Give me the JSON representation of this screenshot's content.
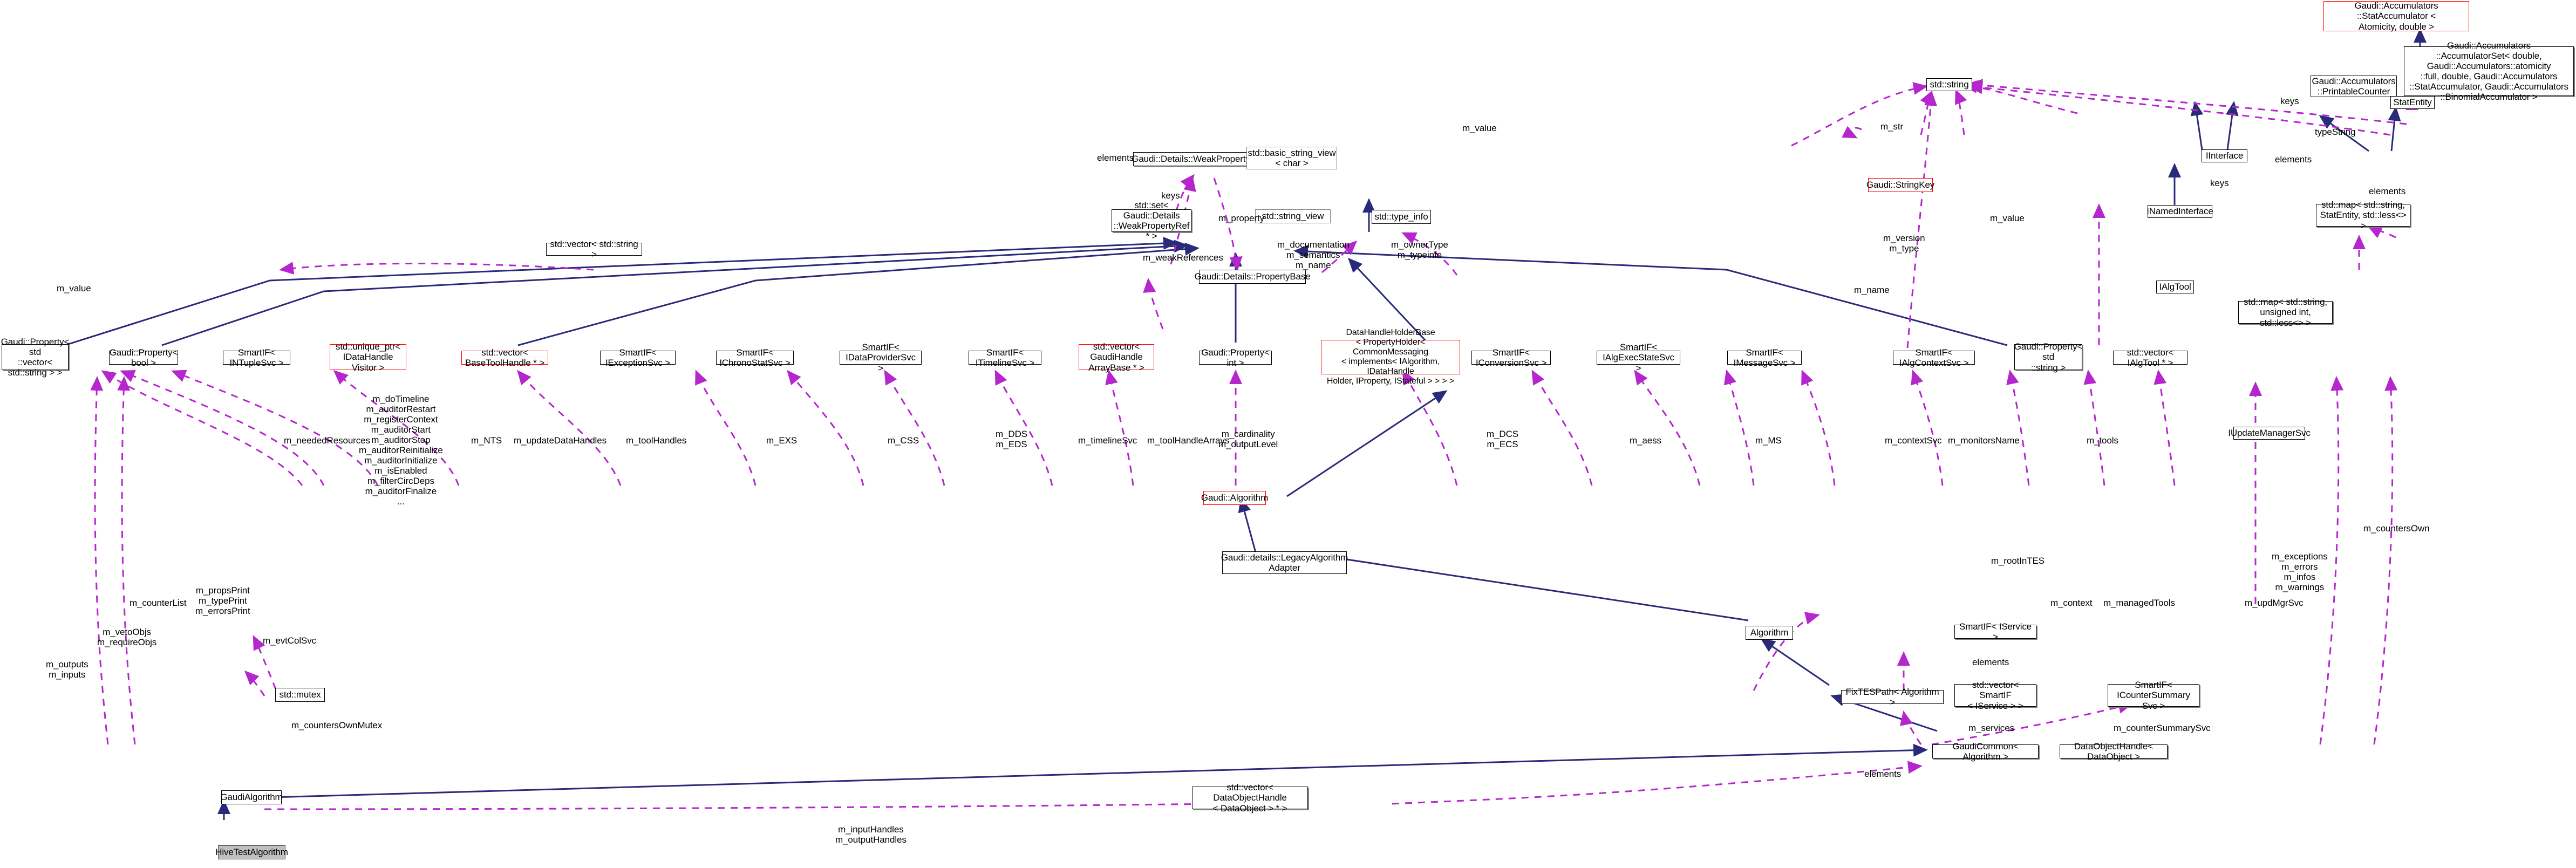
{
  "diagram": {
    "title": "Gaudi HiveTestAlgorithm collaboration diagram",
    "type": "uml-collaboration",
    "colors": {
      "inheritance_edge": "#2a2a7a",
      "usage_edge": "#b526cd",
      "node_border": "#000000",
      "highlight_border": "#ff0000",
      "current_node_fill": "#bfbfbf",
      "background": "#ffffff"
    }
  },
  "nodes": [
    {
      "id": "statacc",
      "label": "Gaudi::Accumulators\n::StatAccumulator <\nAtomicity, double >"
    },
    {
      "id": "printable",
      "label": "Gaudi::Accumulators\n::PrintableCounter"
    },
    {
      "id": "accset",
      "label": "Gaudi::Accumulators\n::AccumulatorSet< double,\n Gaudi::Accumulators::atomicity\n::full, double, Gaudi::Accumulators\n::StatAccumulator, Gaudi::Accumulators\n::BinomialAccumulator >"
    },
    {
      "id": "statentity",
      "label": "StatEntity"
    },
    {
      "id": "stdstring",
      "label": "std::string"
    },
    {
      "id": "iinterface",
      "label": "IInterface"
    },
    {
      "id": "inamedif",
      "label": "INamedInterface"
    },
    {
      "id": "ialgtool",
      "label": "IAlgTool"
    },
    {
      "id": "mapstatentity",
      "label": "std::map< std::string,\n StatEntity, std::less<> >"
    },
    {
      "id": "mapunsigned",
      "label": "std::map< std::string,\n unsigned int, std::less<> >"
    },
    {
      "id": "iupdmgrsvc",
      "label": "IUpdateManagerSvc"
    },
    {
      "id": "vecstring",
      "label": "std::vector< std::string >"
    },
    {
      "id": "weakpropref",
      "label": "Gaudi::Details::WeakPropertyRef"
    },
    {
      "id": "setweakpropref",
      "label": "std::set< Gaudi::Details\n::WeakPropertyRef * >"
    },
    {
      "id": "basicstrview",
      "label": "std::basic_string_view\n< char >"
    },
    {
      "id": "stringview",
      "label": "std::string_view"
    },
    {
      "id": "typeinfo",
      "label": "std::type_info"
    },
    {
      "id": "propertybase",
      "label": "Gaudi::Details::PropertyBase"
    },
    {
      "id": "stringkey",
      "label": "Gaudi::StringKey"
    },
    {
      "id": "propvecstring",
      "label": "Gaudi::Property< std\n::vector< std::string > >"
    },
    {
      "id": "propbool",
      "label": "Gaudi::Property< bool >"
    },
    {
      "id": "sifntuple",
      "label": "SmartIF< INTupleSvc >"
    },
    {
      "id": "uniqueptrvis",
      "label": "std::unique_ptr< IDataHandle\nVisitor >"
    },
    {
      "id": "vecbasetool",
      "label": "std::vector< BaseToolHandle * >"
    },
    {
      "id": "sifexcept",
      "label": "SmartIF< IExceptionSvc >"
    },
    {
      "id": "sifchrono",
      "label": "SmartIF< IChronoStatSvc >"
    },
    {
      "id": "sifdataprov",
      "label": "SmartIF< IDataProviderSvc >"
    },
    {
      "id": "siftimeline",
      "label": "SmartIF< ITimelineSvc >"
    },
    {
      "id": "vecgaudiarr",
      "label": "std::vector< GaudiHandle\nArrayBase * >"
    },
    {
      "id": "propint",
      "label": "Gaudi::Property< int >"
    },
    {
      "id": "dhholderbase",
      "label": "DataHandleHolderBase\n< PropertyHolder< CommonMessaging\n< implements< IAlgorithm, IDataHandle\nHolder, IProperty, IStateful > > > >"
    },
    {
      "id": "sifconv",
      "label": "SmartIF< IConversionSvc >"
    },
    {
      "id": "sifalgexec",
      "label": "SmartIF< IAlgExecStateSvc >"
    },
    {
      "id": "sifmessage",
      "label": "SmartIF< IMessageSvc >"
    },
    {
      "id": "sifalgctx",
      "label": "SmartIF< IAlgContextSvc >"
    },
    {
      "id": "propstring",
      "label": "Gaudi::Property< std\n::string >"
    },
    {
      "id": "vecialgtool",
      "label": "std::vector< IAlgTool * >"
    },
    {
      "id": "gaudialgorithm",
      "label": "Gaudi::Algorithm"
    },
    {
      "id": "legacyadapter",
      "label": "Gaudi::details::LegacyAlgorithm\nAdapter"
    },
    {
      "id": "algorithm",
      "label": "Algorithm"
    },
    {
      "id": "fixtespath",
      "label": "FixTESPath< Algorithm >"
    },
    {
      "id": "sifiservice",
      "label": "SmartIF< IService >"
    },
    {
      "id": "vecsifservice",
      "label": "std::vector< SmartIF\n< IService > >"
    },
    {
      "id": "sifcountersum",
      "label": "SmartIF< ICounterSummary\nSvc >"
    },
    {
      "id": "commonalg",
      "label": "GaudiCommon< Algorithm >"
    },
    {
      "id": "dohdataobject",
      "label": "DataObjectHandle< DataObject >"
    },
    {
      "id": "stdmutex",
      "label": "std::mutex"
    },
    {
      "id": "gaudialgcls",
      "label": "GaudiAlgorithm"
    },
    {
      "id": "hivetestalg",
      "label": "HiveTestAlgorithm"
    },
    {
      "id": "vecdoh",
      "label": "std::vector< DataObjectHandle\n< DataObject > * >"
    }
  ],
  "edge_labels": [
    {
      "id": "l_elements_1",
      "text": "elements"
    },
    {
      "id": "l_keys_1",
      "text": "keys"
    },
    {
      "id": "l_mproperty",
      "text": "m_property"
    },
    {
      "id": "l_mweakrefs",
      "text": "m_weakReferences"
    },
    {
      "id": "l_mdoc",
      "text": "m_documentation\nm_semantics\nm_name"
    },
    {
      "id": "l_mowner",
      "text": "m_ownerType\nm_typeinfo"
    },
    {
      "id": "l_mvalue_top",
      "text": "m_value"
    },
    {
      "id": "l_mstr",
      "text": "m_str"
    },
    {
      "id": "l_mvalue_right",
      "text": "m_value"
    },
    {
      "id": "l_mversion",
      "text": "m_version\nm_type"
    },
    {
      "id": "l_mname",
      "text": "m_name"
    },
    {
      "id": "l_elements_2",
      "text": "elements"
    },
    {
      "id": "l_keys_2",
      "text": "keys"
    },
    {
      "id": "l_typestring",
      "text": "typeString"
    },
    {
      "id": "l_keys_3",
      "text": "keys"
    },
    {
      "id": "l_elements_3",
      "text": "elements"
    },
    {
      "id": "l_mvalue_left",
      "text": "m_value"
    },
    {
      "id": "l_mneeded",
      "text": "m_neededResources"
    },
    {
      "id": "l_bigprops",
      "text": "m_doTimeline\nm_auditorRestart\nm_registerContext\nm_auditorStart\nm_auditorStop\nm_auditorReinitialize\nm_auditorInitialize\nm_isEnabled\nm_filterCircDeps\nm_auditorFinalize\n..."
    },
    {
      "id": "l_mnts",
      "text": "m_NTS"
    },
    {
      "id": "l_mupdatedh",
      "text": "m_updateDataHandles"
    },
    {
      "id": "l_mtoolhandles",
      "text": "m_toolHandles"
    },
    {
      "id": "l_mexs",
      "text": "m_EXS"
    },
    {
      "id": "l_mcss",
      "text": "m_CSS"
    },
    {
      "id": "l_mdds",
      "text": "m_DDS\nm_EDS"
    },
    {
      "id": "l_mtimelinesvc",
      "text": "m_timelineSvc"
    },
    {
      "id": "l_mtoolhandlearrays",
      "text": "m_toolHandleArrays"
    },
    {
      "id": "l_mcardinality",
      "text": "m_cardinality\nm_outputLevel"
    },
    {
      "id": "l_mdcs",
      "text": "m_DCS\nm_ECS"
    },
    {
      "id": "l_maess",
      "text": "m_aess"
    },
    {
      "id": "l_mms",
      "text": "m_MS"
    },
    {
      "id": "l_mcontextsvc",
      "text": "m_contextSvc"
    },
    {
      "id": "l_mmonitorsname",
      "text": "m_monitorsName"
    },
    {
      "id": "l_mtools",
      "text": "m_tools"
    },
    {
      "id": "l_mcountersown",
      "text": "m_countersOwn"
    },
    {
      "id": "l_mexceptions",
      "text": "m_exceptions\nm_errors\nm_infos\nm_warnings"
    },
    {
      "id": "l_mrootinTES",
      "text": "m_rootInTES"
    },
    {
      "id": "l_mcontext",
      "text": "m_context"
    },
    {
      "id": "l_mmanagedtools",
      "text": "m_managedTools"
    },
    {
      "id": "l_mupdmgrsvc",
      "text": "m_updMgrSvc"
    },
    {
      "id": "l_mcounterlist",
      "text": "m_counterList"
    },
    {
      "id": "l_mpropsfront",
      "text": "m_propsPrint\nm_typePrint\nm_errorsPrint"
    },
    {
      "id": "l_mvetoobjs",
      "text": "m_vetoObjs\nm_requireObjs"
    },
    {
      "id": "l_mevtcolsvc",
      "text": "m_evtColSvc"
    },
    {
      "id": "l_moutputs",
      "text": "m_outputs\nm_inputs"
    },
    {
      "id": "l_mcountersownmutex",
      "text": "m_countersOwnMutex"
    },
    {
      "id": "l_elements_4",
      "text": "elements"
    },
    {
      "id": "l_mservices",
      "text": "m_services"
    },
    {
      "id": "l_mcountersummary",
      "text": "m_counterSummarySvc"
    },
    {
      "id": "l_elements_5",
      "text": "elements"
    },
    {
      "id": "l_minputhandles",
      "text": "m_inputHandles\nm_outputHandles"
    }
  ]
}
